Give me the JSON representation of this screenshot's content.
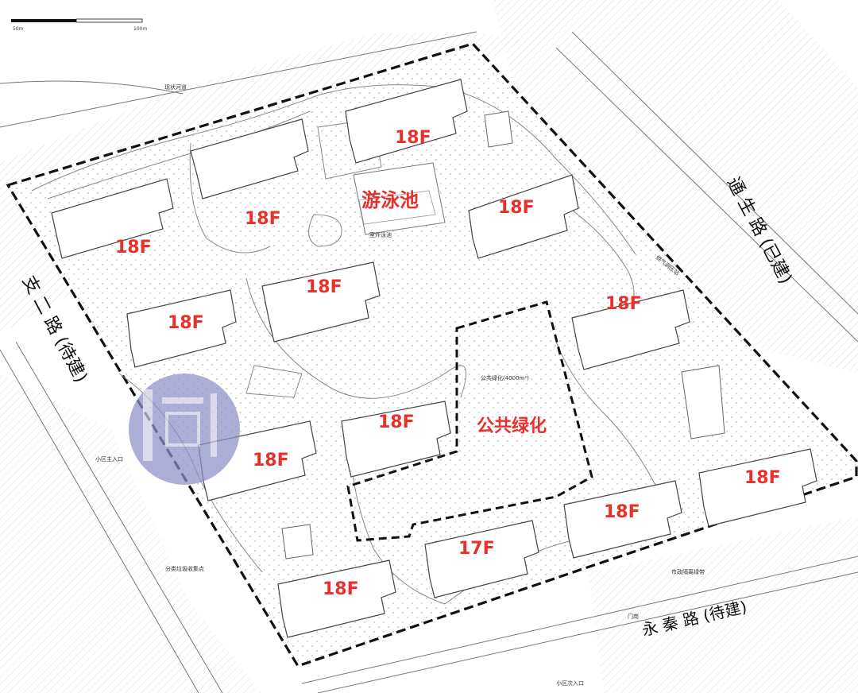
{
  "scale_bar": {
    "start": "50m",
    "end": "100m"
  },
  "roads": {
    "right": "通 生 路 (已建)",
    "left": "支 二 路 (待建)",
    "bottom": "永 秦 路 (待建)",
    "top_note": "现状河道"
  },
  "facilities": {
    "pool": "游泳池",
    "park": "公共绿化",
    "park_area_note": "公共绿化(4000m²)"
  },
  "buildings": [
    {
      "id": "b1",
      "floors": "18F"
    },
    {
      "id": "b2",
      "floors": "18F"
    },
    {
      "id": "b3",
      "floors": "18F"
    },
    {
      "id": "b4",
      "floors": "18F"
    },
    {
      "id": "b5",
      "floors": "18F"
    },
    {
      "id": "b6",
      "floors": "18F"
    },
    {
      "id": "b7",
      "floors": "18F"
    },
    {
      "id": "b8",
      "floors": "18F"
    },
    {
      "id": "b9",
      "floors": "18F"
    },
    {
      "id": "b10",
      "floors": "18F"
    },
    {
      "id": "b11",
      "floors": "18F"
    },
    {
      "id": "b12",
      "floors": "17F"
    },
    {
      "id": "b13",
      "floors": "18F"
    }
  ],
  "annotations": {
    "main_entrance": "小区主入口",
    "secondary_entrance": "小区次入口",
    "gate": "门岗",
    "setback_green": "市政隔离绿带",
    "sort_point": "分类垃圾收集点",
    "substation": "燃气调压站",
    "pool_deck": "室外泳池"
  },
  "colors": {
    "label_red": "#e8302c",
    "boundary": "#111111",
    "hatch": "#b9b9b9",
    "watermark": "#8e8fc6"
  }
}
